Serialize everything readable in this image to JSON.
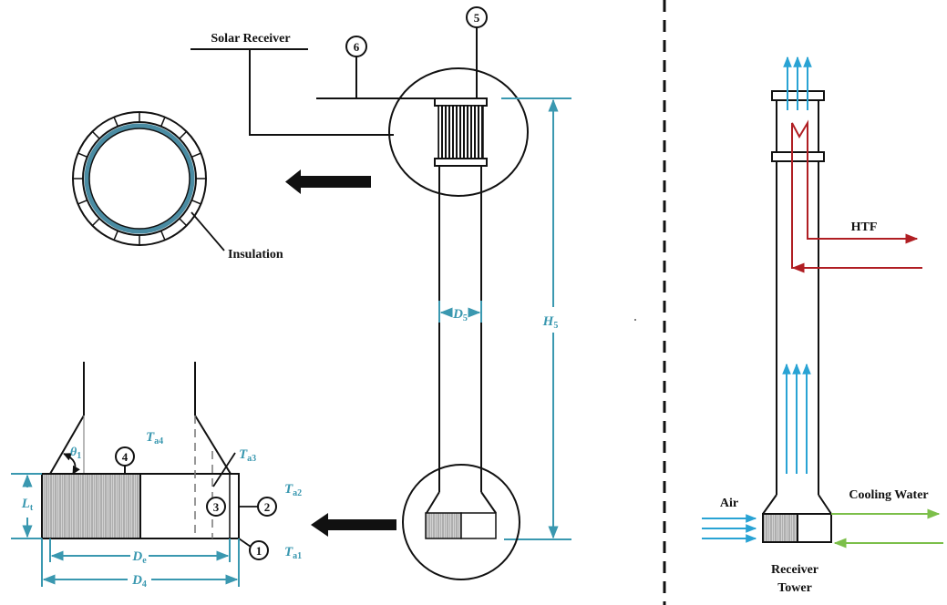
{
  "colors": {
    "ink": "#111111",
    "dimension": "#3a98b0",
    "air": "#29a3d4",
    "htf": "#b01e23",
    "cooling_water": "#7cbf4a",
    "insulation_ring": "#4a8ca3",
    "hatch": "#bfbfbf"
  },
  "left_panel": {
    "solar_receiver_label": "Solar Receiver",
    "insulation_label": "Insulation",
    "markers": {
      "m1": "1",
      "m2": "2",
      "m3": "3",
      "m4": "4",
      "m5": "5",
      "m6": "6"
    },
    "dimensions": {
      "D5": {
        "main": "D",
        "sub": "5"
      },
      "H5": {
        "main": "H",
        "sub": "5"
      },
      "Lt": {
        "main": "L",
        "sub": "t"
      },
      "De": {
        "main": "D",
        "sub": "e"
      },
      "D4": {
        "main": "D",
        "sub": "4"
      },
      "theta1": {
        "main": "θ",
        "sub": "1"
      }
    },
    "temperatures": {
      "Ta1": {
        "main": "T",
        "sub": "a1"
      },
      "Ta2": {
        "main": "T",
        "sub": "a2"
      },
      "Ta3": {
        "main": "T",
        "sub": "a3"
      },
      "Ta4": {
        "main": "T",
        "sub": "a4"
      }
    }
  },
  "right_panel": {
    "htf_label": "HTF",
    "air_label": "Air",
    "cooling_water_label": "Cooling Water",
    "receiver_label_line1": "Receiver",
    "receiver_label_line2": "Tower"
  }
}
